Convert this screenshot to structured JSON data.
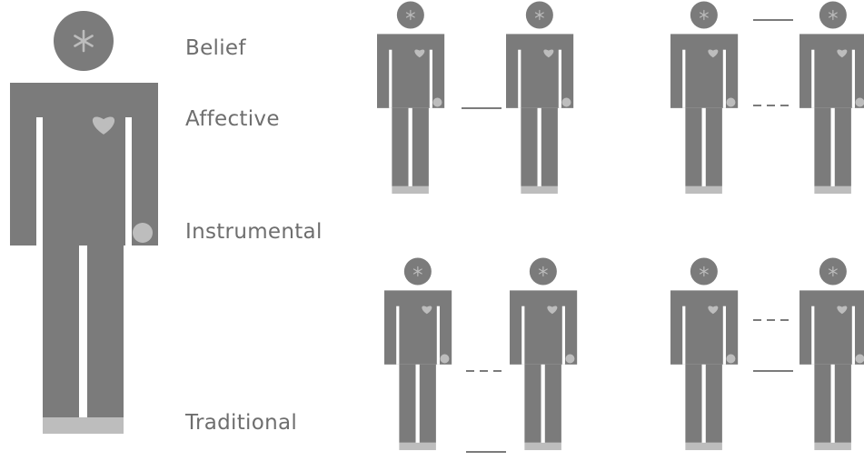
{
  "colors": {
    "body": "#7b7b7b",
    "accent": "#bdbdbd",
    "connector": "#7b7b7b",
    "label_text": "#6e6e6e"
  },
  "legend": {
    "belief": "Belief",
    "affective": "Affective",
    "instrumental": "Instrumental",
    "traditional": "Traditional"
  },
  "icons": {
    "belief": "asterisk-icon",
    "affective": "heart-icon",
    "instrumental": "hand-circle-icon",
    "traditional": "feet-bar-icon"
  },
  "pairs": [
    {
      "id": "pair-1",
      "connectors": [
        {
          "type": "instrumental",
          "style": "solid"
        }
      ]
    },
    {
      "id": "pair-2",
      "connectors": [
        {
          "type": "belief",
          "style": "solid"
        },
        {
          "type": "instrumental",
          "style": "dashed"
        }
      ]
    },
    {
      "id": "pair-3",
      "connectors": [
        {
          "type": "instrumental",
          "style": "dashed"
        },
        {
          "type": "traditional",
          "style": "solid"
        }
      ]
    },
    {
      "id": "pair-4",
      "connectors": [
        {
          "type": "affective",
          "style": "dashed"
        },
        {
          "type": "instrumental",
          "style": "solid"
        }
      ]
    }
  ]
}
